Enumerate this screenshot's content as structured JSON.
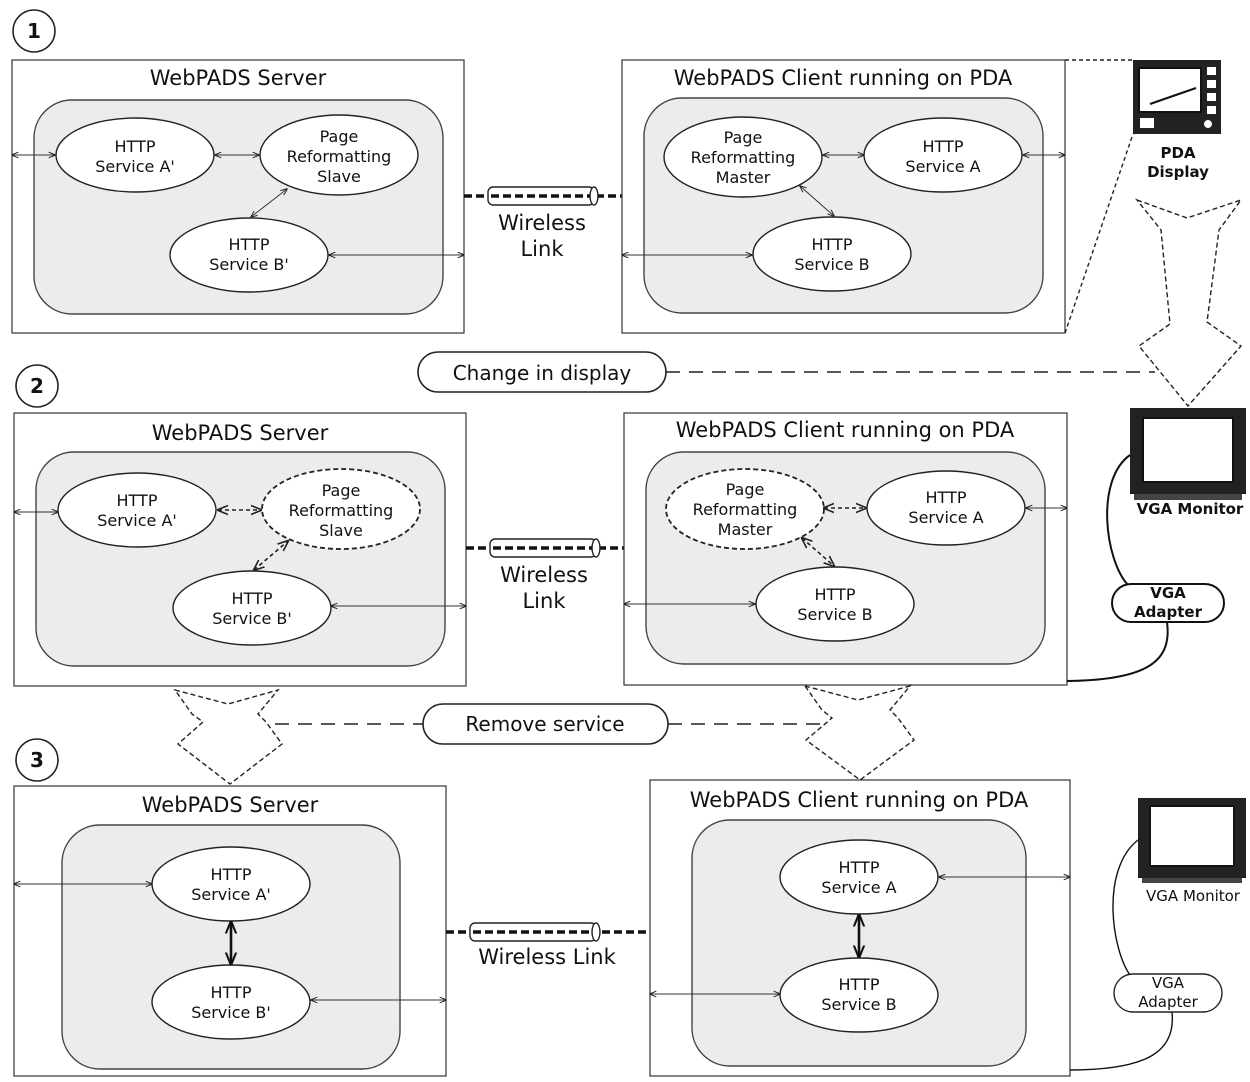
{
  "steps": [
    "1",
    "2",
    "3"
  ],
  "server_title": "WebPADS Server",
  "client_title": "WebPADS Client running on PDA",
  "nodes": {
    "http_service_a_prime": [
      "HTTP",
      "Service A'"
    ],
    "http_service_b_prime": [
      "HTTP",
      "Service B'"
    ],
    "http_service_a": [
      "HTTP",
      "Service A"
    ],
    "http_service_b": [
      "HTTP",
      "Service B"
    ],
    "page_reformatting_slave": [
      "Page",
      "Reformatting",
      "Slave"
    ],
    "page_reformatting_master": [
      "Page",
      "Reformatting",
      "Master"
    ]
  },
  "wireless_link_two_line": [
    "Wireless",
    "Link"
  ],
  "wireless_link_one_line": "Wireless Link",
  "pda_display": [
    "PDA",
    "Display"
  ],
  "vga_monitor": "VGA Monitor",
  "vga_adapter": [
    "VGA",
    "Adapter"
  ],
  "change_in_display": "Change in display",
  "remove_service": "Remove service"
}
